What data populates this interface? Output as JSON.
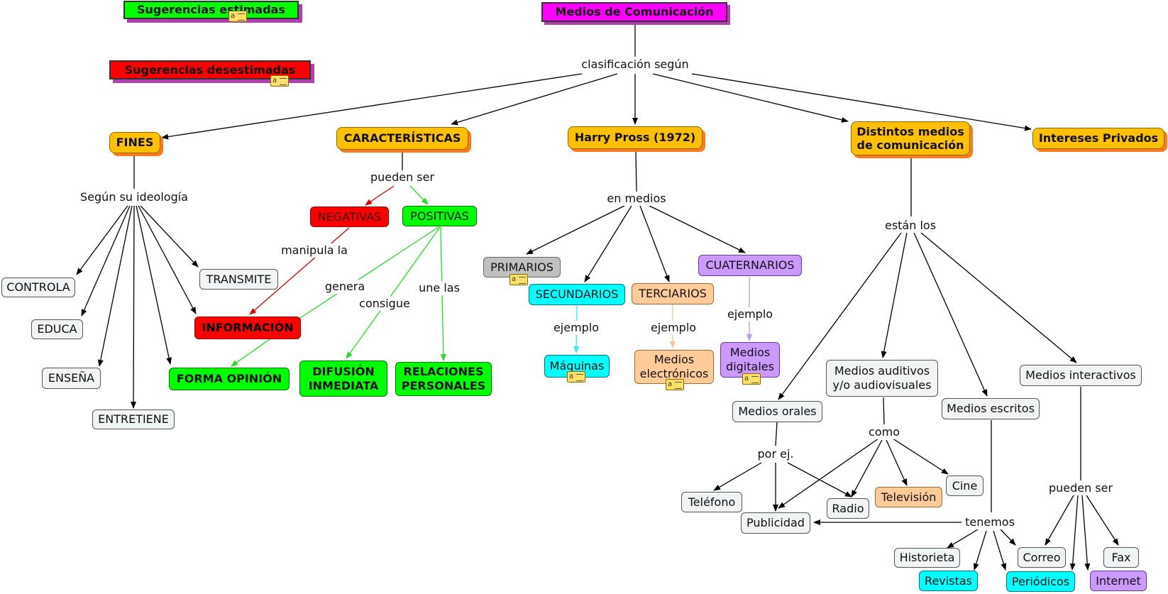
{
  "legend": {
    "estimadas": "Sugerencias estimadas",
    "desestimadas": "Sugerencias desestimadas"
  },
  "root": "Medios de Comunicación",
  "links": {
    "clasificacion": "clasificación según",
    "ideologia": "Según su ideología",
    "pueden_ser_1": "pueden ser",
    "manipula": "manipula la",
    "genera": "genera",
    "consigue": "consigue",
    "une": "une las",
    "en_medios": "en medios",
    "ejemplo_1": "ejemplo",
    "ejemplo_2": "ejemplo",
    "ejemplo_3": "ejemplo",
    "estan_los": "están los",
    "por_ej": "por ej.",
    "como": "como",
    "tenemos": "tenemos",
    "pueden_ser_2": "pueden ser"
  },
  "nodes": {
    "fines": "FINES",
    "caracteristicas": "CARACTERÍSTICAS",
    "harry": "Harry Pross (1972)",
    "distintos_1": "Distintos medios",
    "distintos_2": "de comunicación",
    "intereses": "Intereses Privados",
    "controla": "CONTROLA",
    "educa": "EDUCA",
    "ensena": "ENSEÑA",
    "entretiene": "ENTRETIENE",
    "transmite": "TRANSMITE",
    "negativas": "NEGATIVAS",
    "positivas": "POSITIVAS",
    "informacion": "INFORMACIÓN",
    "forma_opinion": "FORMA OPINIÓN",
    "difusion_1": "DIFUSIÓN",
    "difusion_2": "INMEDIATA",
    "relaciones_1": "RELACIONES",
    "relaciones_2": "PERSONALES",
    "primarios": "PRIMARIOS",
    "secundarios": "SECUNDARIOS",
    "terciarios": "TERCIARIOS",
    "cuaternarios": "CUATERNARIOS",
    "maquinas": "Máquinas",
    "electronicos_1": "Medios",
    "electronicos_2": "electrónicos",
    "digitales_1": "Medios",
    "digitales_2": "digitales",
    "orales": "Medios orales",
    "auditivos_1": "Medios auditivos",
    "auditivos_2": "y/o audiovisuales",
    "escritos": "Medios escritos",
    "interactivos": "Medios interactivos",
    "telefono": "Teléfono",
    "publicidad": "Publicidad",
    "radio": "Radio",
    "television": "Televisión",
    "cine": "Cine",
    "historieta": "Historieta",
    "revistas": "Revistas",
    "periodicos": "Periódicos",
    "correo": "Correo",
    "internet": "Internet",
    "fax": "Fax"
  },
  "note_glyph": "a",
  "colors": {
    "black_edge": "#000000",
    "red_edge": "#dd0000",
    "green_edge": "#22dd22",
    "cyan_edge": "#33eeee",
    "peach_edge": "#f5c89a",
    "purple_edge": "#bb99ee"
  }
}
